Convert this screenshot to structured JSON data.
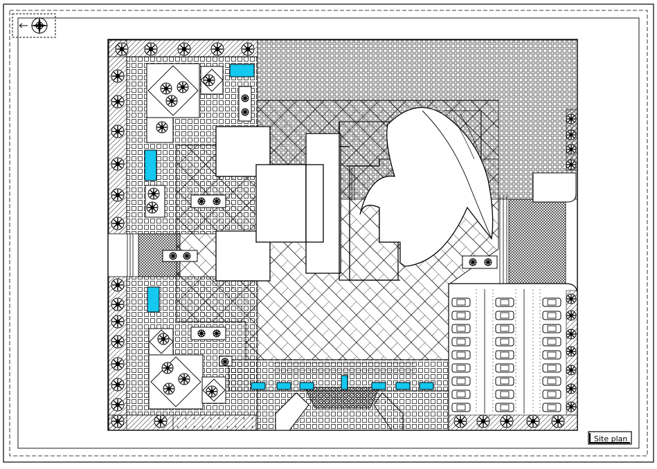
{
  "drawing": {
    "title_block_label": "Site plan",
    "colors": {
      "line": "#000000",
      "paper": "#ffffff",
      "water": "#14c8f0",
      "hatch": "#222222"
    },
    "icons": {
      "north_arrow": "compass-rose-icon",
      "tree": "tree-plan-symbol-icon",
      "car": "parked-car-icon",
      "pool": "water-feature-icon"
    },
    "parking_columns": 3,
    "cars_per_column": 9
  }
}
